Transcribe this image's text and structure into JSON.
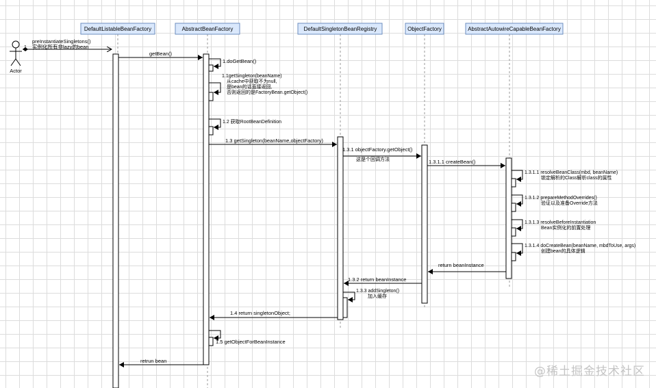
{
  "actor": {
    "name": "Actor"
  },
  "lifelines": [
    {
      "key": "dlbf",
      "label": "DefaultListableBeanFactory"
    },
    {
      "key": "abf",
      "label": "AbstractBeanFactory"
    },
    {
      "key": "dsbr",
      "label": "DefaultSingletonBeanRegistry"
    },
    {
      "key": "of",
      "label": "ObjectFactory"
    },
    {
      "key": "aacbf",
      "label": "AbstractAutowireCapableBeanFactory"
    }
  ],
  "messages": {
    "m1": {
      "num": "1",
      "lines": [
        "preInstantiateSingletons()",
        "实例化所有非lazy的bean"
      ]
    },
    "getBean": "getBean()",
    "m1_1": [
      "1.doGetBean()"
    ],
    "m1_1b": [
      "1.1getSingleton(beanName)",
      "从cache中获取不为null,",
      "是bean的话直接返回,",
      "否则返回的是FactoryBean.getObject()"
    ],
    "m1_2": [
      "1.2 获取RootBeanDefinition"
    ],
    "m1_3": "1.3 getSingleton(beanName,objectFactory)",
    "m1_3_1": [
      "1.3.1 objectFactory.getObject()",
      "这是个回调方法"
    ],
    "m1_3_1_1": "1.3.1.1 createBean()",
    "m1_3_1_1_1": [
      "1.3.1.1 resolveBeanClass(mbd, beanName)",
      "锁定解析的Class解析class的属性"
    ],
    "m1_3_1_1_2": [
      "1.3.1.2 prepareMethodOverrides()",
      "验证以及准备Override方法"
    ],
    "m1_3_1_1_3": [
      "1.3.1.3 resolveBeforeInstantiation",
      "Bean实例化的前置处理"
    ],
    "m1_3_1_1_4": [
      "1.3.1.4 doCreateBean(beanName, mbdToUse, args)",
      "创建bean的具体逻辑"
    ],
    "ret_bean_instance_1": "return  beanInstance",
    "m1_3_2": "1.3.2 return  beanInstance",
    "m1_3_3": [
      "1.3.3 addSingleton()",
      "加入缓存"
    ],
    "m1_4": "1.4 return singletonObject;",
    "m1_5": "1.5 getObjectForBeanInstance",
    "ret_bean": "retrun bean"
  },
  "watermark": "@稀土掘金技术社区"
}
